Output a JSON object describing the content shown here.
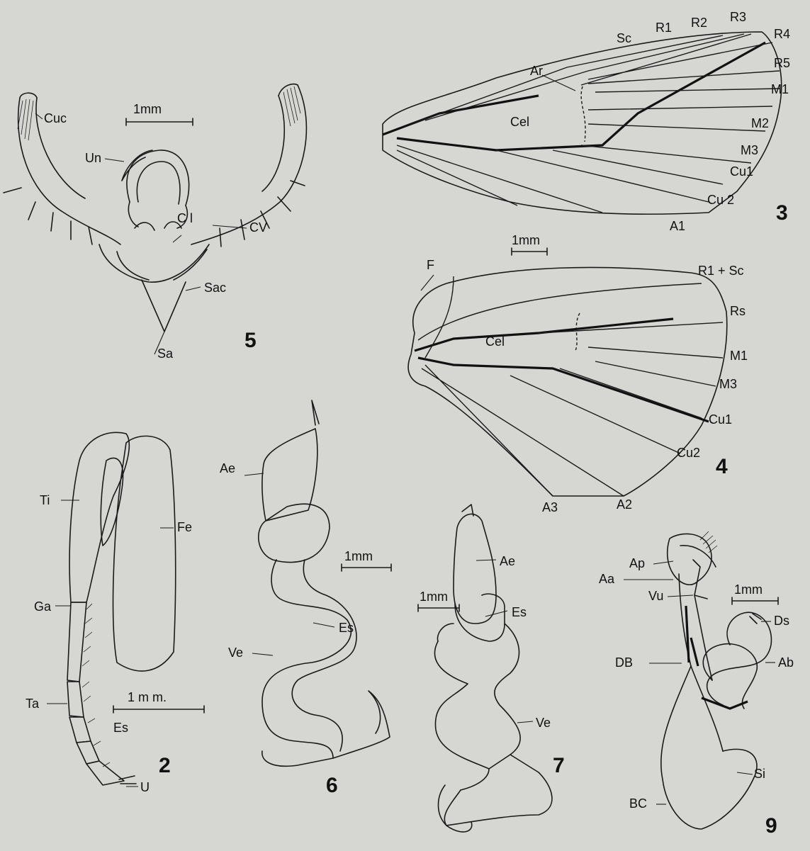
{
  "fig5": {
    "number": "5",
    "scale": "1mm",
    "labels": {
      "cuc": "Cuc",
      "un": "Un",
      "cl": "C l",
      "cv": "CV",
      "sac": "Sac",
      "sa": "Sa"
    }
  },
  "fig3": {
    "number": "3",
    "labels": {
      "sc": "Sc",
      "r1": "R1",
      "r2": "R2",
      "r3": "R3",
      "r4": "R4",
      "r5": "R5",
      "ar": "Ar",
      "cel": "Cel",
      "m1": "M1",
      "m2": "M2",
      "m3": "M3",
      "cu1": "Cu1",
      "cu2": "Cu 2",
      "a1": "A1"
    }
  },
  "fig4": {
    "number": "4",
    "scale": "1mm",
    "labels": {
      "f": "F",
      "r1sc": "R1 + Sc",
      "rs": "Rs",
      "cel": "Cel",
      "m1": "M1",
      "m3": "M3",
      "cu1": "Cu1",
      "cu2": "Cu2",
      "a3": "A3",
      "a2": "A2"
    }
  },
  "fig2": {
    "number": "2",
    "scale": "1 m m.",
    "labels": {
      "ti": "Ti",
      "fe": "Fe",
      "ga": "Ga",
      "ta": "Ta",
      "es": "Es",
      "u": "U"
    }
  },
  "fig6": {
    "number": "6",
    "scale": "1mm",
    "labels": {
      "ae": "Ae",
      "es": "Es",
      "ve": "Ve"
    }
  },
  "fig7": {
    "number": "7",
    "scale": "1mm",
    "labels": {
      "ae": "Ae",
      "es": "Es",
      "ve": "Ve"
    }
  },
  "fig9": {
    "number": "9",
    "scale": "1mm",
    "labels": {
      "ap": "Ap",
      "aa": "Aa",
      "vu": "Vu",
      "ds": "Ds",
      "db": "DB",
      "ab": "Ab",
      "si": "Si",
      "bc": "BC"
    }
  }
}
